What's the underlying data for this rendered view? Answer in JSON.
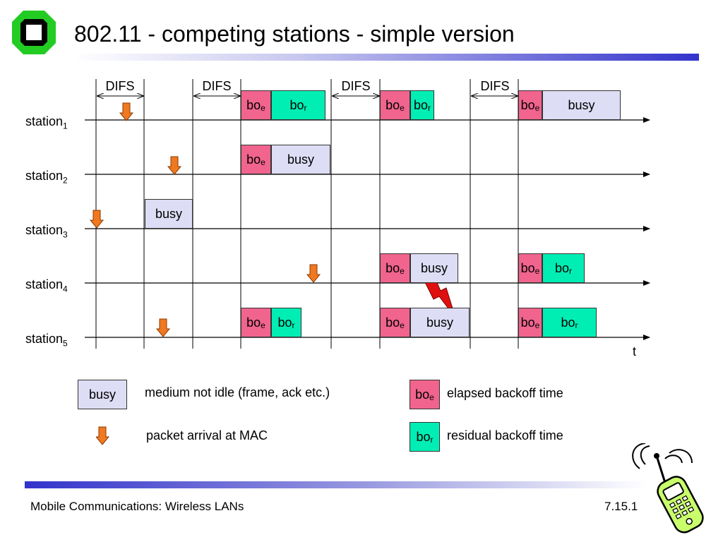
{
  "slide": {
    "title": "802.11 - competing stations - simple version",
    "footer_left": "Mobile Communications: Wireless LANs",
    "footer_right": "7.15.1"
  },
  "diagram": {
    "stations": [
      {
        "base": "station",
        "sub": "1"
      },
      {
        "base": "station",
        "sub": "2"
      },
      {
        "base": "station",
        "sub": "3"
      },
      {
        "base": "station",
        "sub": "4"
      },
      {
        "base": "station",
        "sub": "5"
      }
    ],
    "difs_label": "DIFS",
    "time_label": "t",
    "box_labels": {
      "busy": "busy",
      "bo": "bo",
      "e_sub": "e",
      "r_sub": "r"
    },
    "timeline": [
      [
        {
          "kind": "boe"
        },
        {
          "kind": "bor"
        },
        {
          "kind": "boe"
        },
        {
          "kind": "bor"
        },
        {
          "kind": "boe"
        },
        {
          "kind": "busy"
        }
      ],
      [
        {
          "kind": "boe"
        },
        {
          "kind": "busy"
        }
      ],
      [
        {
          "kind": "busy"
        }
      ],
      [
        {
          "kind": "boe"
        },
        {
          "kind": "busy"
        },
        {
          "kind": "boe"
        },
        {
          "kind": "bor"
        }
      ],
      [
        {
          "kind": "boe"
        },
        {
          "kind": "bor"
        },
        {
          "kind": "boe"
        },
        {
          "kind": "busy"
        },
        {
          "kind": "boe"
        },
        {
          "kind": "bor"
        }
      ]
    ]
  },
  "legend": {
    "busy_desc": "medium not idle (frame, ack etc.)",
    "arrival_desc": "packet arrival at MAC",
    "boe_desc": "elapsed backoff time",
    "bor_desc": "residual backoff time"
  },
  "colors": {
    "busy": "#ddddf5",
    "elapsed_backoff": "#f0648e",
    "residual_backoff": "#00eeb4",
    "arrival_arrow": "#f07820",
    "collision": "#e01010",
    "accent_bar": "#3333cc"
  }
}
